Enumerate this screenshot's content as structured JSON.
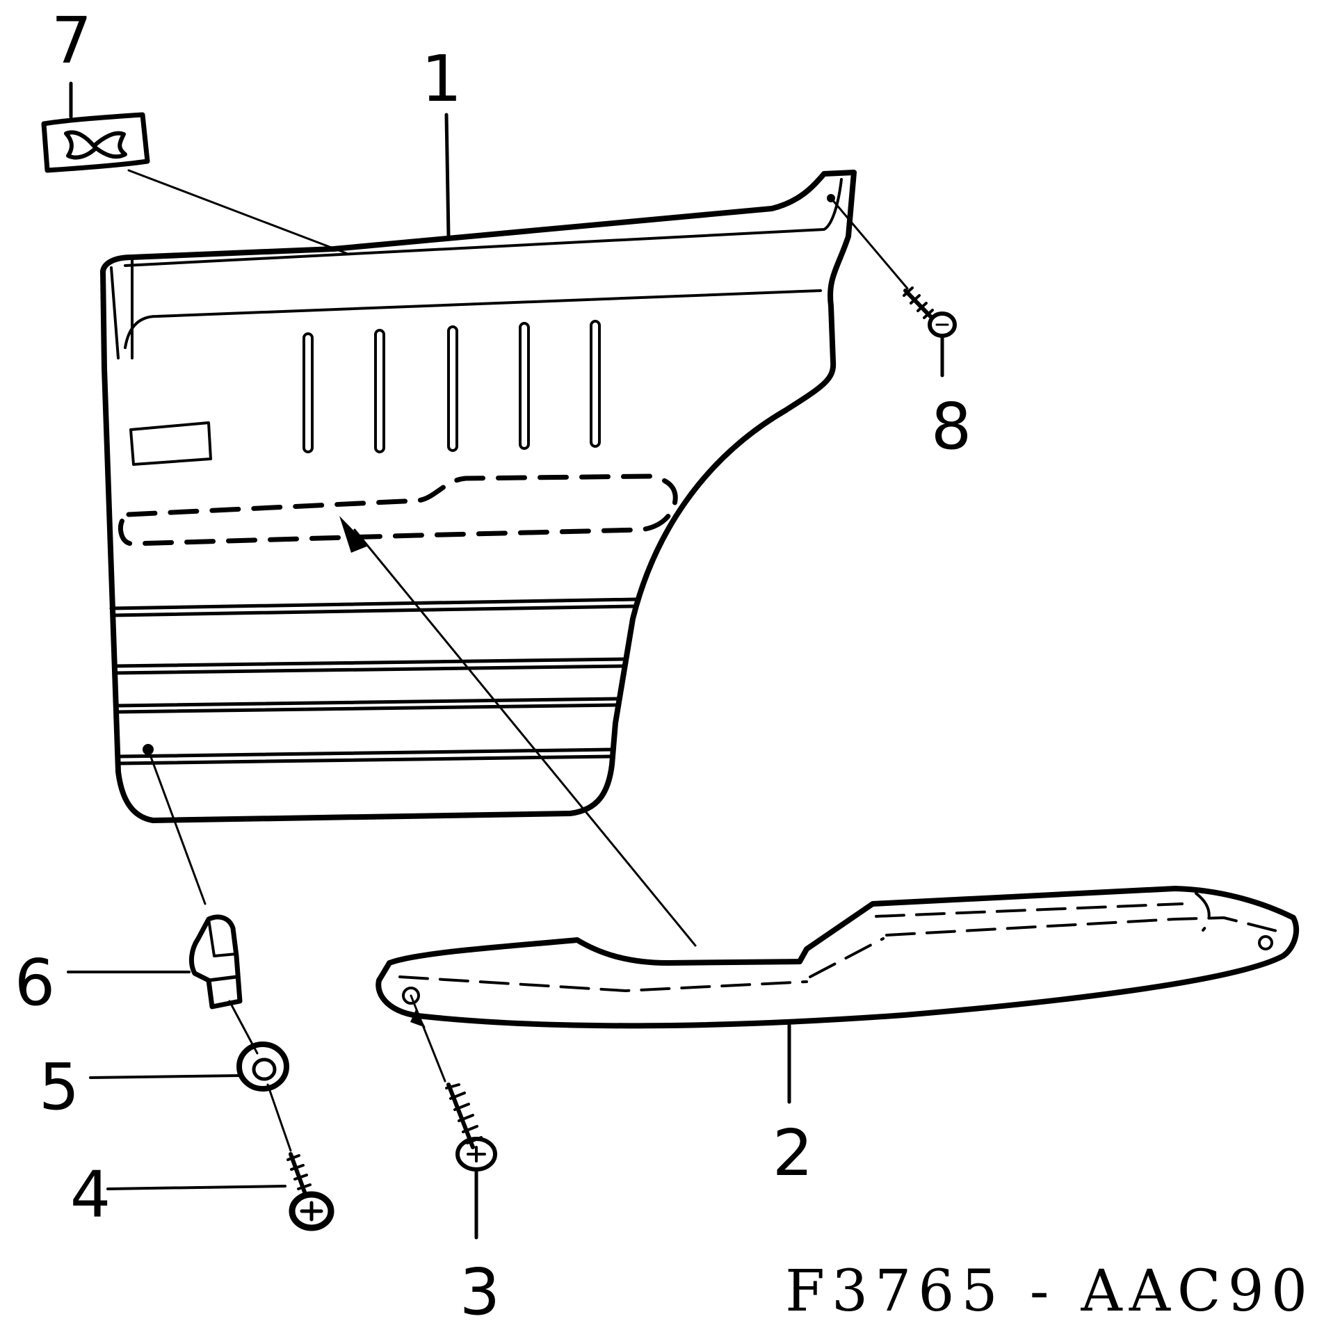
{
  "callouts": {
    "c1": "1",
    "c2": "2",
    "c3": "3",
    "c4": "4",
    "c5": "5",
    "c6": "6",
    "c7": "7",
    "c8": "8"
  },
  "figure_code": "F3765 - AAC90"
}
